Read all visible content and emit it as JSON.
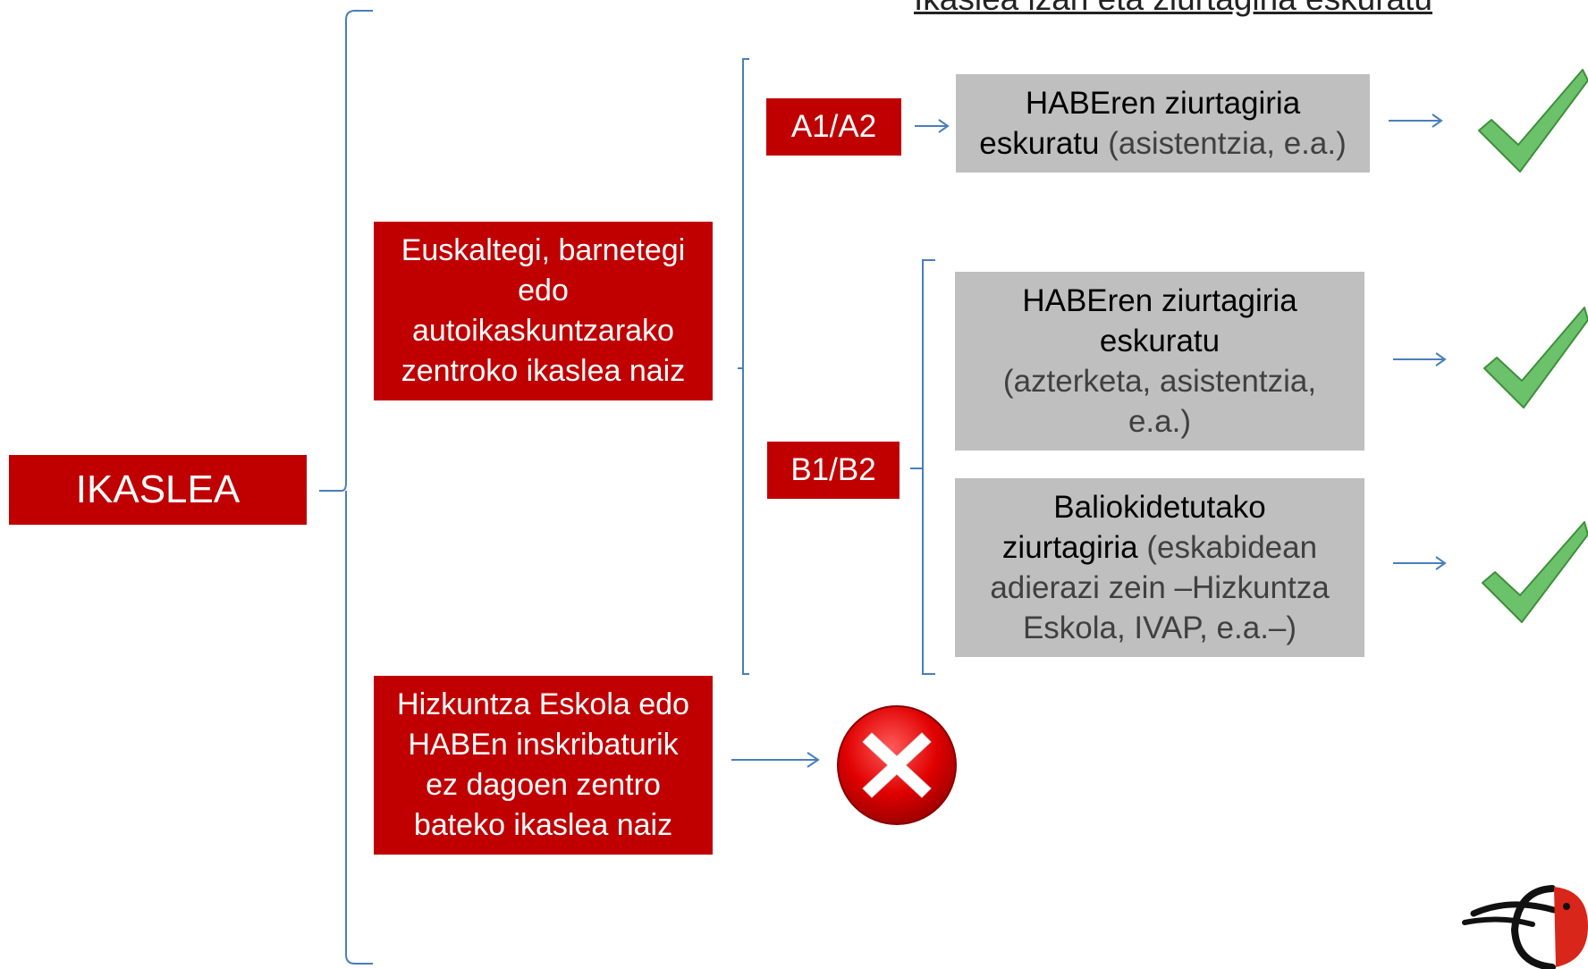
{
  "title": "Ikaslea izan eta ziurtagiria eskuratu",
  "root": {
    "label": "IKASLEA"
  },
  "branches": {
    "center": {
      "lines": [
        "Euskaltegi, barnetegi",
        "edo",
        "autoikaskuntzarako",
        "zentroko ikaslea naiz"
      ]
    },
    "other": {
      "lines": [
        "Hizkuntza Eskola edo",
        "HABEn inskribaturik",
        "ez dagoen zentro",
        "bateko ikaslea naiz"
      ]
    }
  },
  "levels": {
    "a": {
      "label": "A1/A2"
    },
    "b": {
      "label": "B1/B2"
    }
  },
  "certs": {
    "a": {
      "line1": "HABEren ziurtagiria",
      "line2_bold": "eskuratu",
      "line2_rest": " (asistentzia, e.a.)"
    },
    "b1": {
      "line1": "HABEren ziurtagiria",
      "line2": "eskuratu",
      "line3": "(azterketa, asistentzia,",
      "line4": "e.a.)"
    },
    "b2": {
      "line1": "Baliokidetutako",
      "line2_bold": "ziurtagiria",
      "line2_rest": " (eskabidean",
      "line3": "adierazi zein –Hizkuntza",
      "line4": "Eskola, IVAP, e.a.–)"
    }
  },
  "colors": {
    "red": "#c00000",
    "gray": "#bfbfbf",
    "connector": "#4a7ebb",
    "check": "#6cc26a",
    "cross": "#d90000"
  },
  "icons": {
    "check": "check-icon",
    "cross": "cross-icon",
    "logo": "bird-logo-icon"
  }
}
